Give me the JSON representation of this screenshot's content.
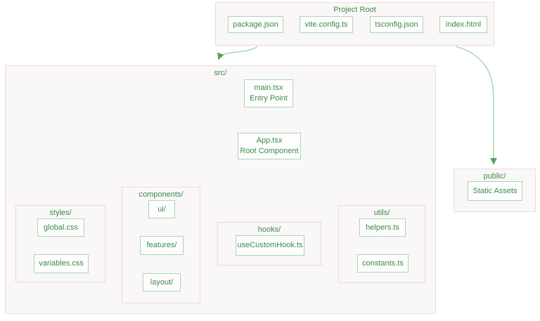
{
  "diagram": {
    "type": "flowchart",
    "project_root": {
      "label": "Project Root",
      "files": [
        "package.json",
        "vite.config.ts",
        "tsconfig.json",
        "index.html"
      ]
    },
    "src": {
      "label": "src/",
      "main": {
        "line1": "main.tsx",
        "line2": "Entry Point"
      },
      "app": {
        "line1": "App.tsx",
        "line2": "Root Component"
      },
      "styles": {
        "label": "styles/",
        "files": [
          "global.css",
          "variables.css"
        ]
      },
      "components": {
        "label": "components/",
        "files": [
          "ui/",
          "features/",
          "layout/"
        ]
      },
      "hooks": {
        "label": "hooks/",
        "files": [
          "useCustomHook.ts"
        ]
      },
      "utils": {
        "label": "utils/",
        "files": [
          "helpers.ts",
          "constants.ts"
        ]
      }
    },
    "public": {
      "label": "public/",
      "files": [
        "Static Assets"
      ]
    },
    "edges": [
      {
        "from": "Project Root",
        "to": "src/"
      },
      {
        "from": "Project Root",
        "to": "public/"
      },
      {
        "from": "main.tsx",
        "to": "App.tsx"
      },
      {
        "from": "App.tsx",
        "to": "components/"
      },
      {
        "from": "App.tsx",
        "to": "hooks/"
      },
      {
        "from": "App.tsx",
        "to": "utils/"
      }
    ]
  },
  "colors": {
    "text_green": "#3d8b44",
    "node_border": "#aed6b0",
    "node_fill": "#fdfdfd",
    "container_border": "#f0d9d9",
    "container_fill": "#f9f7f7",
    "arrow_line": "#a3d6a5",
    "arrow_head": "#58a05e"
  }
}
